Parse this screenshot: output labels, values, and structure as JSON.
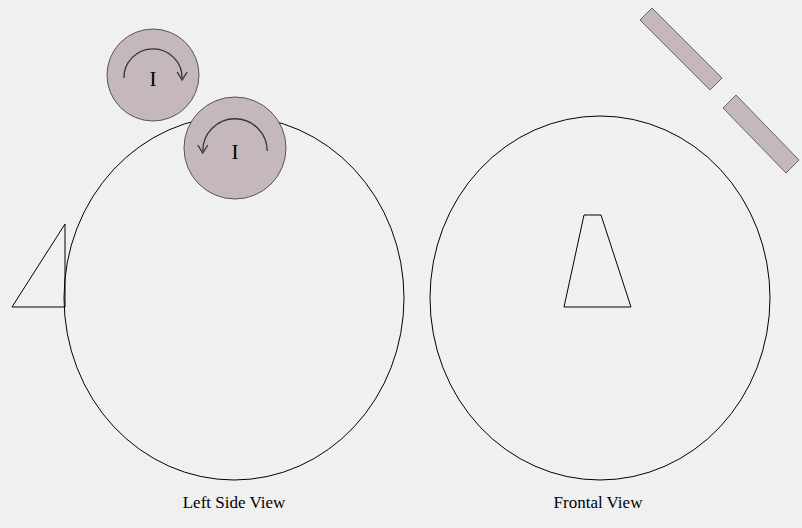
{
  "diagram": {
    "nodes": [
      {
        "text": [
          "I"
        ]
      },
      {
        "text": [
          "I"
        ]
      }
    ],
    "labels": [
      "Left Side View",
      "Frontal View"
    ]
  }
}
